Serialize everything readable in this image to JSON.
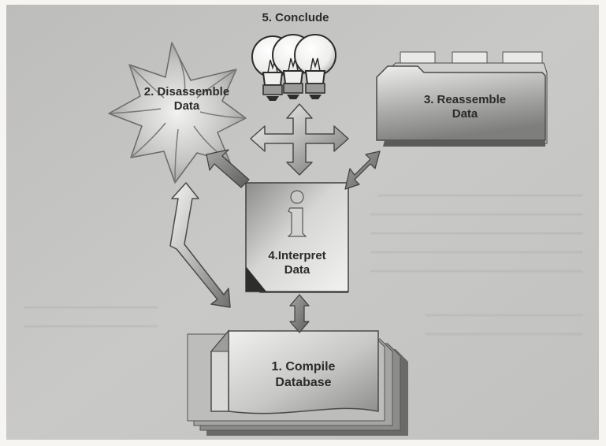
{
  "diagram": {
    "steps": {
      "compile": {
        "line1": "1. Compile",
        "line2": "Database"
      },
      "disassemble": {
        "line1": "2. Disassemble",
        "line2": "Data"
      },
      "reassemble": {
        "line1": "3. Reassemble",
        "line2": "Data"
      },
      "interpret": {
        "line1": "4.Interpret",
        "line2": "Data"
      },
      "conclude": {
        "line1": "5. Conclude"
      }
    },
    "colors": {
      "paper": "#c4c4c2",
      "shape_light": "#e4e4e2",
      "shape_dark": "#7d7d7b",
      "text": "#2b2b2b"
    }
  }
}
